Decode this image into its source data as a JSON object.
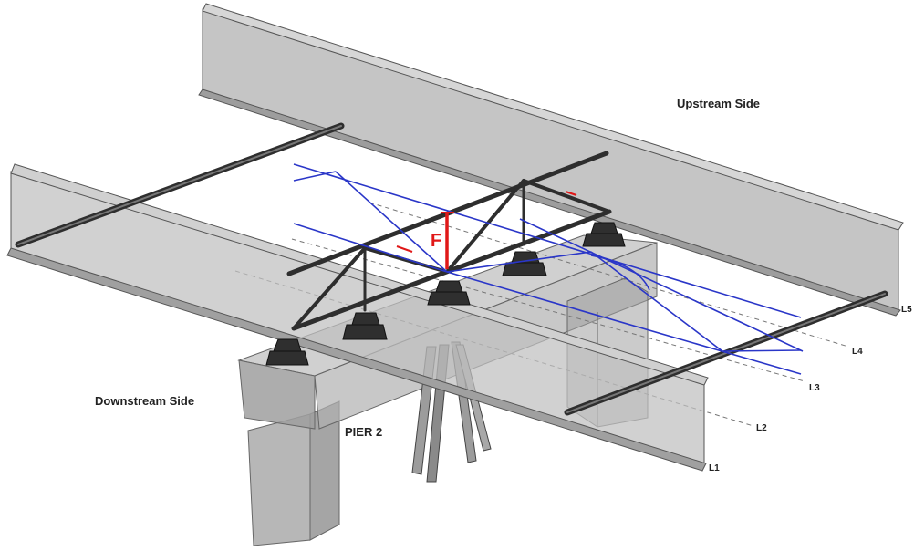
{
  "labels": {
    "upstream": "Upstream Side",
    "downstream": "Downstream Side",
    "pier": "PIER 2",
    "force": "F",
    "lines": [
      "L1",
      "L2",
      "L3",
      "L4",
      "L5"
    ]
  },
  "colors": {
    "girder_web": "#b9b9b9",
    "girder_edge": "#555555",
    "concrete": "#a8a8a8",
    "steel_dark": "#3c3c3c",
    "influence_line": "#2a36c8",
    "force": "#e01818",
    "dashed_line": "#777777"
  }
}
